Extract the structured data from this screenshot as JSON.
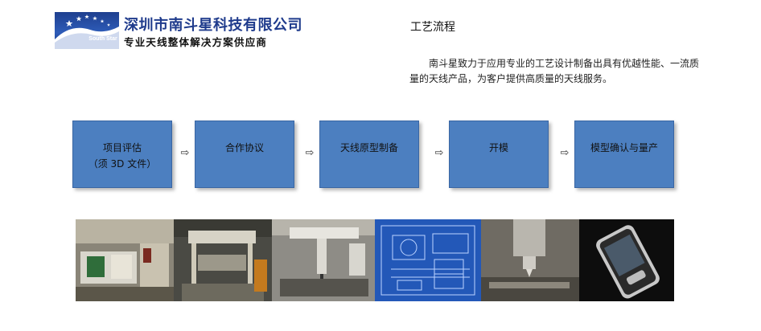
{
  "header": {
    "logo_en": "South Star",
    "company_name": "深圳市南斗星科技有限公司",
    "slogan": "专业天线整体解决方案供应商"
  },
  "section": {
    "title": "工艺流程",
    "intro": "南斗星致力于应用专业的工艺设计制备出具有优越性能、一流质量的天线产品，为客户提供高质量的天线服务。"
  },
  "process": {
    "arrow_glyph": "⇨",
    "steps": [
      {
        "label": "项目评估",
        "sub": "（须 3D 文件）"
      },
      {
        "label": "合作协议",
        "sub": ""
      },
      {
        "label": "天线原型制备",
        "sub": ""
      },
      {
        "label": "开模",
        "sub": ""
      },
      {
        "label": "模型确认与量产",
        "sub": ""
      }
    ]
  },
  "colors": {
    "step_fill": "#4c7fc0",
    "brand_blue": "#1f3b8c"
  },
  "photos": [
    {
      "name": "injection-molding-machine-photo"
    },
    {
      "name": "mold-press-workshop-photo"
    },
    {
      "name": "cmm-measuring-machine-photo"
    },
    {
      "name": "mold-blueprint-drawing-photo"
    },
    {
      "name": "cnc-machining-photo"
    },
    {
      "name": "mobile-phone-product-photo"
    }
  ]
}
